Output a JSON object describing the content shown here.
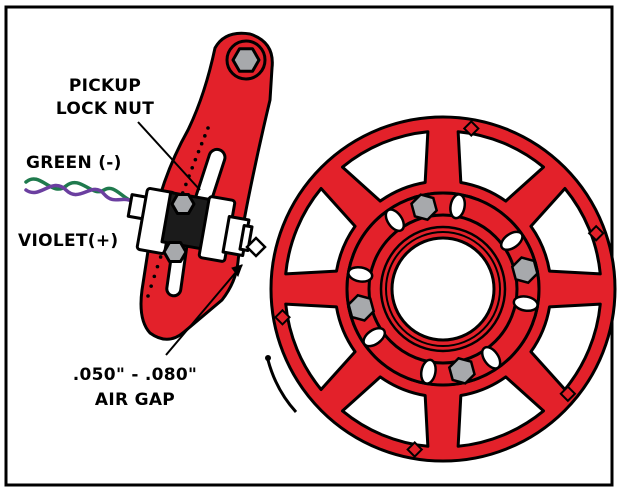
{
  "labels": {
    "pickup_line1": "PICKUP",
    "pickup_line2": "LOCK NUT",
    "green": "GREEN (-)",
    "violet": "VIOLET(+)",
    "airgap_line1": ".050\" - .080\"",
    "airgap_line2": "AIR GAP"
  },
  "colors": {
    "part_red": "#e3212a",
    "outline": "#000000",
    "bolt_gray": "#a7a9ac",
    "sensor_white": "#ffffff",
    "wire_green": "#1f7a4d",
    "wire_violet": "#6b3fa0",
    "background": "#ffffff"
  }
}
